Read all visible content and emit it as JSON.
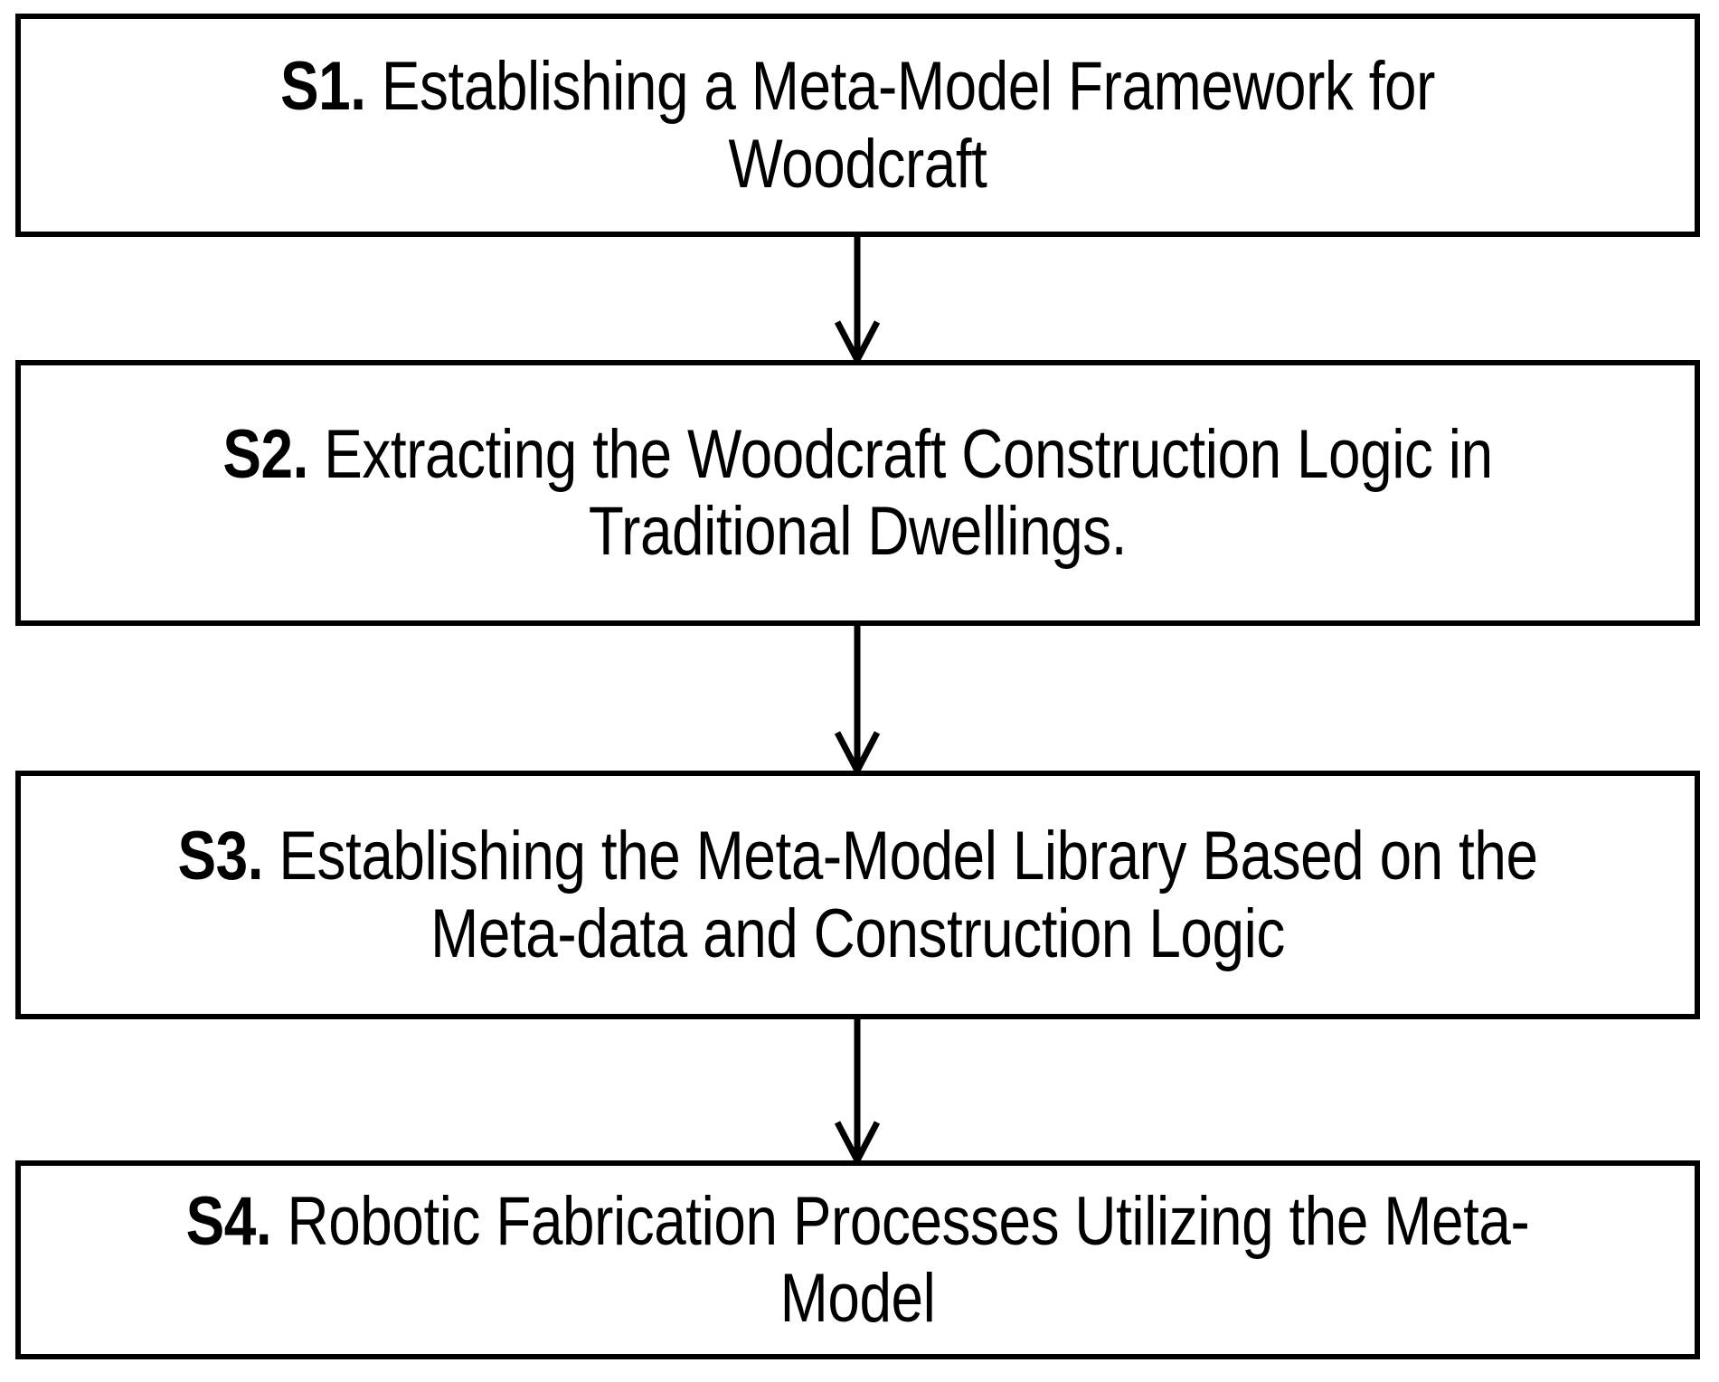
{
  "diagram": {
    "title": "Research methodology step flowchart",
    "orientation": "vertical",
    "colors": {
      "box_border": "#000000",
      "box_fill": "#ffffff",
      "text": "#000000",
      "connector": "#000000",
      "background": "#ffffff"
    },
    "steps": [
      {
        "id": "S1.",
        "label": "Establishing a Meta-Model Framework for Woodcraft",
        "lines": [
          "S1. Establishing a Meta-Model Framework for",
          "Woodcraft"
        ]
      },
      {
        "id": "S2.",
        "label": "Extracting the Woodcraft Construction Logic in Traditional Dwellings.",
        "lines": [
          "S2. Extracting the Woodcraft Construction Logic",
          "in Traditional Dwellings."
        ]
      },
      {
        "id": "S3.",
        "label": "Establishing the Meta-Model Library Based on the Meta-data and Construction Logic",
        "lines": [
          "S3. Establishing the Meta-Model Library Based",
          "on the Meta-data and Construction Logic"
        ]
      },
      {
        "id": "S4.",
        "label": "Robotic Fabrication Processes Utilizing the Meta-Model",
        "lines": [
          "S4. Robotic Fabrication Processes Utilizing the",
          "Meta-Model"
        ]
      }
    ],
    "connectors": [
      {
        "name": "arrow-s1-s2",
        "from": "S1.",
        "to": "S2.",
        "style": "open-v-arrowhead",
        "direction": "down"
      },
      {
        "name": "arrow-s2-s3",
        "from": "S2.",
        "to": "S3.",
        "style": "open-v-arrowhead",
        "direction": "down"
      },
      {
        "name": "arrow-s3-s4",
        "from": "S3.",
        "to": "S4.",
        "style": "open-v-arrowhead",
        "direction": "down"
      }
    ]
  }
}
